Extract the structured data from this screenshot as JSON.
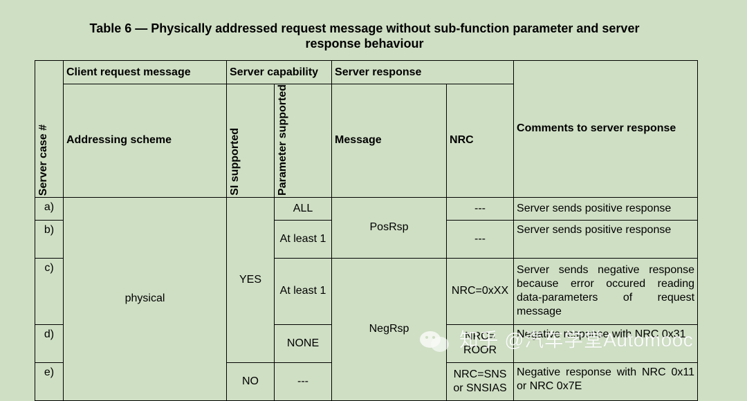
{
  "title": {
    "line1": "Table 6 — Physically addressed request message without sub-function parameter and server",
    "line2": "response behaviour"
  },
  "headers": {
    "server_case": "Server case #",
    "client_request": "Client request message",
    "server_capability": "Server capability",
    "server_response": "Server response",
    "comments": "Comments to server response",
    "addressing_scheme": "Addressing scheme",
    "si_supported": "SI supported",
    "parameter_supported": "Parameter supported",
    "message": "Message",
    "nrc": "NRC"
  },
  "rows": {
    "a": {
      "case": "a)",
      "param": "ALL",
      "nrc": "---",
      "comment": "Server sends positive response"
    },
    "b": {
      "case": "b)",
      "param": "At least 1",
      "nrc": "---",
      "comment": "Server sends positive response"
    },
    "c": {
      "case": "c)",
      "param": "At least 1",
      "nrc": "NRC=0xXX",
      "comment": "Server sends negative response because error occured reading data-parameters of request message"
    },
    "d": {
      "case": "d)",
      "param": "NONE",
      "nrc": "NRC= ROOR",
      "comment": "Negative response with NRC 0x31"
    },
    "e": {
      "case": "e)",
      "si": "NO",
      "param": "---",
      "nrc": "NRC=SNS or SNSIAS",
      "comment": "Negative response with NRC 0x11 or NRC 0x7E"
    }
  },
  "merged": {
    "addressing": "physical",
    "si_yes": "YES",
    "pos_rsp": "PosRsp",
    "neg_rsp": "NegRsp"
  },
  "watermark": "知乎 @汽车学堂Automooc"
}
